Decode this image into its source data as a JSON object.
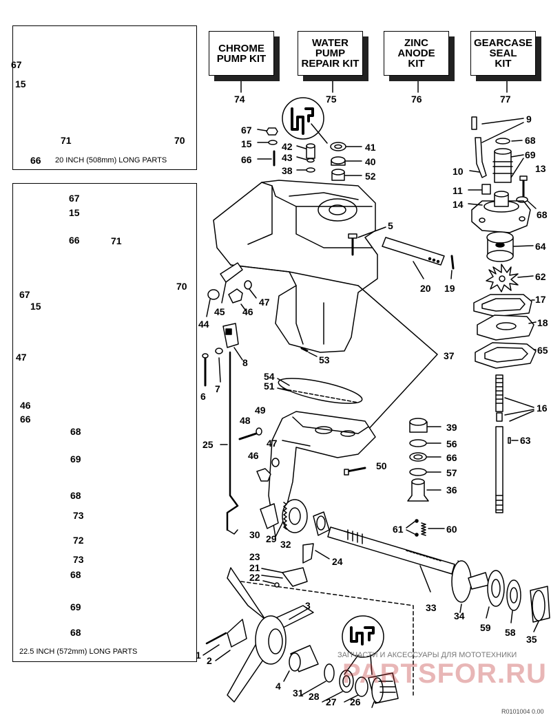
{
  "kits": [
    {
      "title": "CHROME\nPUMP KIT",
      "number": "74"
    },
    {
      "title": "WATER\nPUMP\nREPAIR KIT",
      "number": "75"
    },
    {
      "title": "ZINC\nANODE\nKIT",
      "number": "76"
    },
    {
      "title": "GEARCASE\nSEAL\nKIT",
      "number": "77"
    }
  ],
  "boxes": {
    "top_caption": "20 INCH (508mm) LONG PARTS",
    "bottom_caption": "22.5 INCH (572mm) LONG PARTS"
  },
  "parts": [
    "67",
    "15",
    "66",
    "71",
    "70",
    "67",
    "15",
    "66",
    "71",
    "67",
    "15",
    "70",
    "47",
    "46",
    "66",
    "68",
    "69",
    "68",
    "73",
    "72",
    "73",
    "68",
    "69",
    "68",
    "67",
    "15",
    "66",
    "42",
    "43",
    "38",
    "41",
    "40",
    "52",
    "5",
    "20",
    "19",
    "44",
    "45",
    "46",
    "47",
    "8",
    "6",
    "7",
    "53",
    "37",
    "54",
    "51",
    "48",
    "49",
    "25",
    "47",
    "46",
    "50",
    "9",
    "68",
    "69",
    "10",
    "13",
    "11",
    "14",
    "68",
    "64",
    "62",
    "17",
    "18",
    "65",
    "16",
    "63",
    "39",
    "56",
    "66",
    "57",
    "36",
    "61",
    "60",
    "30",
    "29",
    "32",
    "24",
    "23",
    "21",
    "22",
    "33",
    "34",
    "59",
    "58",
    "35",
    "3",
    "1",
    "2",
    "4",
    "31",
    "28",
    "27",
    "26"
  ],
  "watermark": "ЗАПЧАСТИ И АКСЕССУАРЫ ДЛЯ МОТОТЕХНИКИ",
  "logo": "PARTSFOR.RU",
  "drawing_code": "R0101004 0.00"
}
